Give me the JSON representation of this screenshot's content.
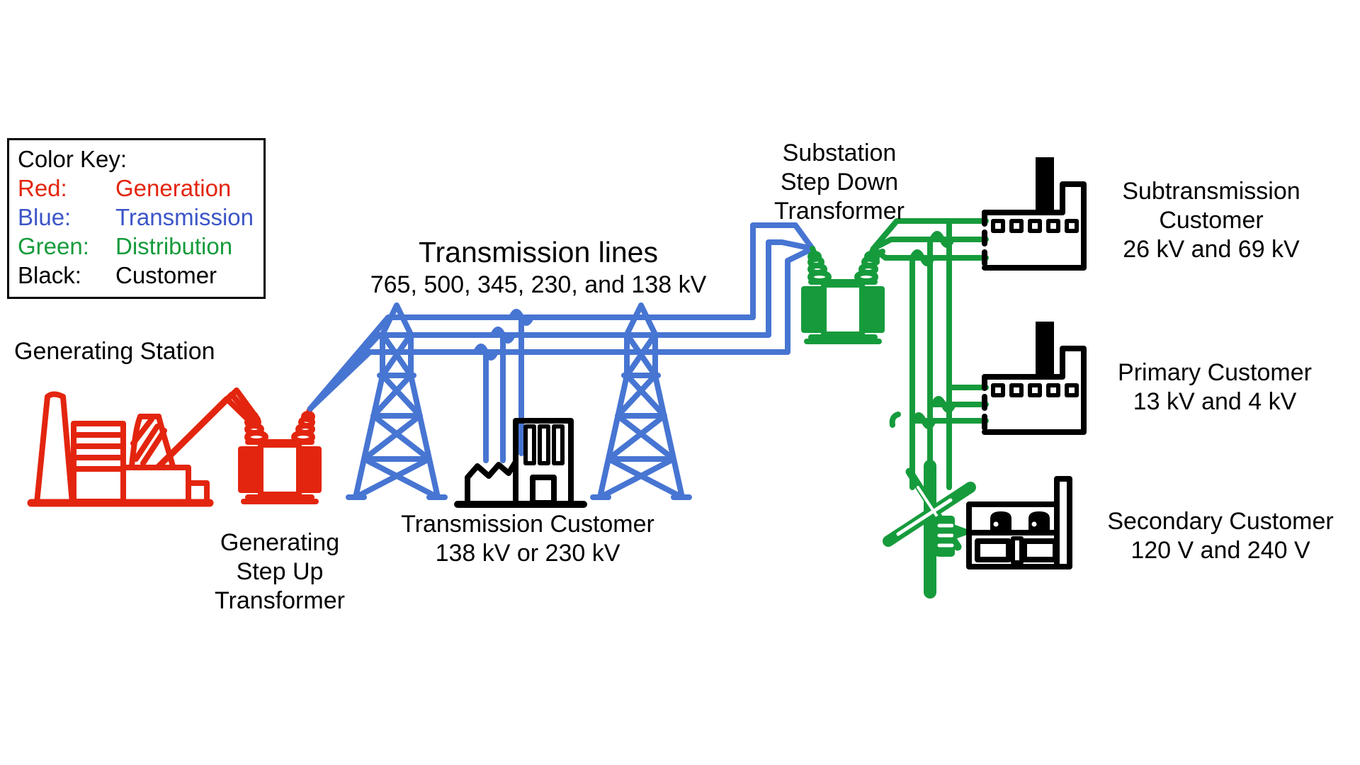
{
  "colors": {
    "generation": "#e3250f",
    "transmission": "#4775d2",
    "distribution": "#169b3c",
    "customer": "#000000",
    "background": "#ffffff"
  },
  "color_key": {
    "title": "Color Key:",
    "entries": [
      {
        "label": "Red:",
        "value": "Generation",
        "color": "#e3250f"
      },
      {
        "label": "Blue:",
        "value": "Transmission",
        "color": "#3c55c8"
      },
      {
        "label": "Green:",
        "value": "Distribution",
        "color": "#169b3c"
      },
      {
        "label": "Black:",
        "value": "Customer",
        "color": "#000000"
      }
    ]
  },
  "labels": {
    "generating_station": "Generating Station",
    "step_up_transformer": "Generating\nStep Up\nTransformer",
    "transmission_lines_title": "Transmission lines",
    "transmission_lines_voltages": "765, 500, 345, 230, and 138 kV",
    "transmission_customer": "Transmission Customer\n138 kV or 230 kV",
    "substation_transformer": "Substation\nStep Down\nTransformer",
    "subtransmission_customer": "Subtransmission\nCustomer\n26 kV and 69 kV",
    "primary_customer": "Primary Customer\n13 kV and 4 kV",
    "secondary_customer": "Secondary Customer\n120 V and 240 V"
  }
}
